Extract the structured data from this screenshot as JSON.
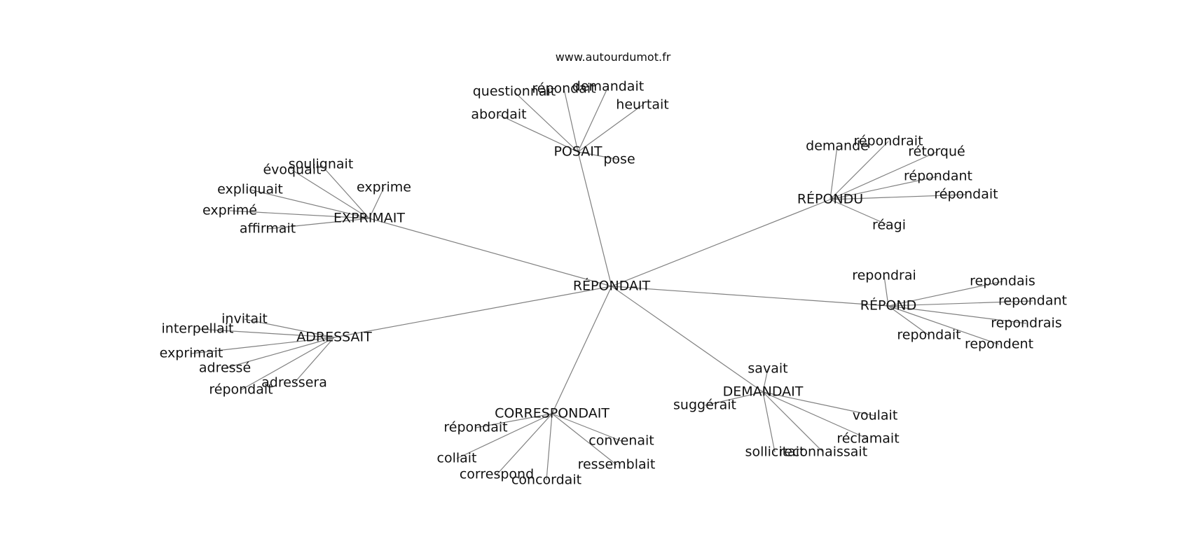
{
  "source": "www.autourdumot.fr",
  "center": "RÉPONDAIT",
  "clusters": [
    {
      "label": "POSAIT",
      "words": [
        "questionnait",
        "répondait",
        "demandait",
        "heurtait",
        "abordait",
        "pose"
      ]
    },
    {
      "label": "RÉPONDU",
      "words": [
        "demande",
        "répondrait",
        "rétorqué",
        "répondant",
        "répondait",
        "réagi"
      ]
    },
    {
      "label": "EXPRIMAIT",
      "words": [
        "évoquait",
        "soulignait",
        "exprime",
        "expliquait",
        "exprimé",
        "affirmait"
      ]
    },
    {
      "label": "RÉPOND",
      "words": [
        "repondrai",
        "repondais",
        "repondant",
        "repondrais",
        "repondait",
        "repondent"
      ]
    },
    {
      "label": "ADRESSAIT",
      "words": [
        "invitait",
        "interpellait",
        "exprimait",
        "adressé",
        "répondait",
        "adressera"
      ]
    },
    {
      "label": "DEMANDAIT",
      "words": [
        "savait",
        "suggérait",
        "voulait",
        "réclamait",
        "sollicitait",
        "reconnaissait"
      ]
    },
    {
      "label": "CORRESPONDAIT",
      "words": [
        "répondait",
        "collait",
        "correspond",
        "concordait",
        "ressemblait",
        "convenait"
      ]
    }
  ]
}
